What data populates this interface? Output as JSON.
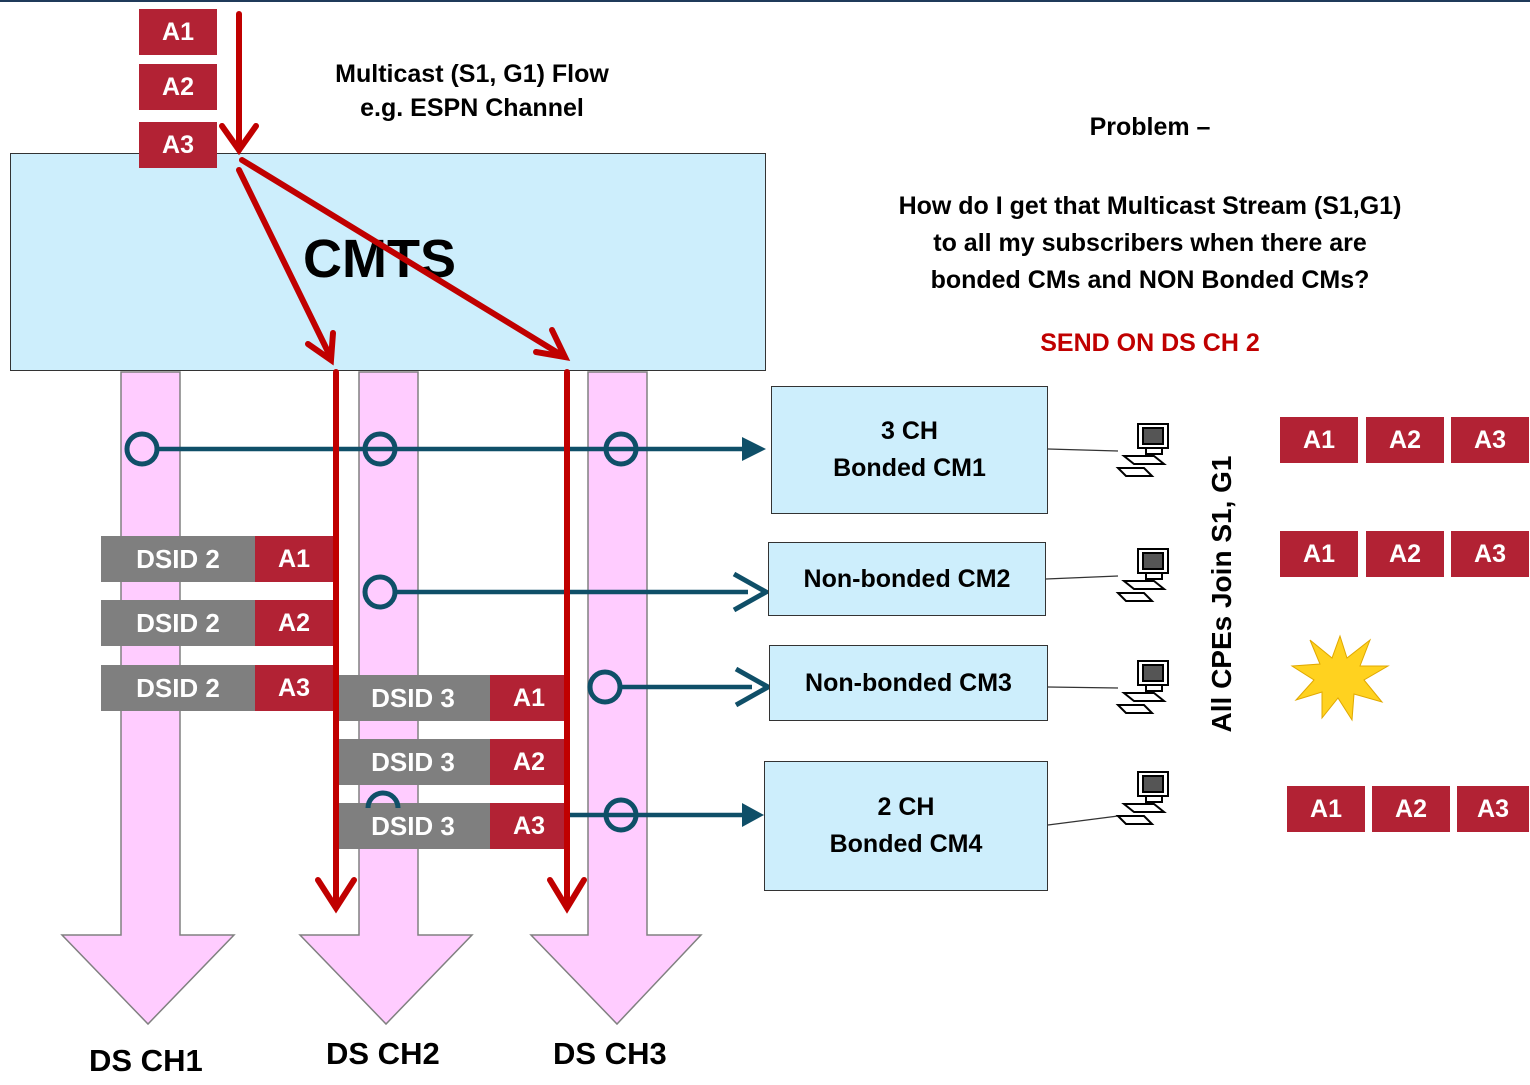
{
  "flow_title": {
    "line1": "Multicast (S1, G1) Flow",
    "line2": "e.g. ESPN Channel"
  },
  "cmts": {
    "label": "CMTS"
  },
  "problem": {
    "heading": "Problem –",
    "line1": "How do I get that Multicast Stream (S1,G1)",
    "line2": "to all my subscribers when there are",
    "line3": "bonded CMs and NON Bonded CMs?",
    "answer": "SEND ON DS CH 2"
  },
  "incoming_packets": [
    "A1",
    "A2",
    "A3"
  ],
  "channels": [
    {
      "label": "DS CH1"
    },
    {
      "label": "DS CH2"
    },
    {
      "label": "DS CH3"
    }
  ],
  "dsid_ch1": [
    {
      "dsid": "DSID 2",
      "pkt": "A1"
    },
    {
      "dsid": "DSID 2",
      "pkt": "A2"
    },
    {
      "dsid": "DSID 2",
      "pkt": "A3"
    }
  ],
  "dsid_ch2": [
    {
      "dsid": "DSID 3",
      "pkt": "A1"
    },
    {
      "dsid": "DSID 3",
      "pkt": "A2"
    },
    {
      "dsid": "DSID 3",
      "pkt": "A3"
    }
  ],
  "cable_modems": [
    {
      "line1": "3 CH",
      "line2": "Bonded CM1"
    },
    {
      "line1": "Non-bonded CM2",
      "line2": ""
    },
    {
      "line1": "Non-bonded CM3",
      "line2": ""
    },
    {
      "line1": "2 CH",
      "line2": "Bonded CM4"
    }
  ],
  "cpe_join_label": "All CPEs Join S1, G1",
  "received": {
    "cm1": [
      "A1",
      "A2",
      "A3"
    ],
    "cm2": [
      "A1",
      "A2",
      "A3"
    ],
    "cm4": [
      "A1",
      "A2",
      "A3"
    ]
  },
  "icons": {
    "cpe": "desktop-computer-icon",
    "failure": "explosion-starburst-icon"
  },
  "colors": {
    "channel_fill": "#ffccff",
    "cm_box_fill": "#cdeefc",
    "packet_red": "#b22234",
    "dsid_gray": "#7f7f7f",
    "flow_arrow": "#c00000",
    "tuner_teal": "#0f4f68",
    "answer_red": "#c00000",
    "starburst": "#ffd21f"
  }
}
